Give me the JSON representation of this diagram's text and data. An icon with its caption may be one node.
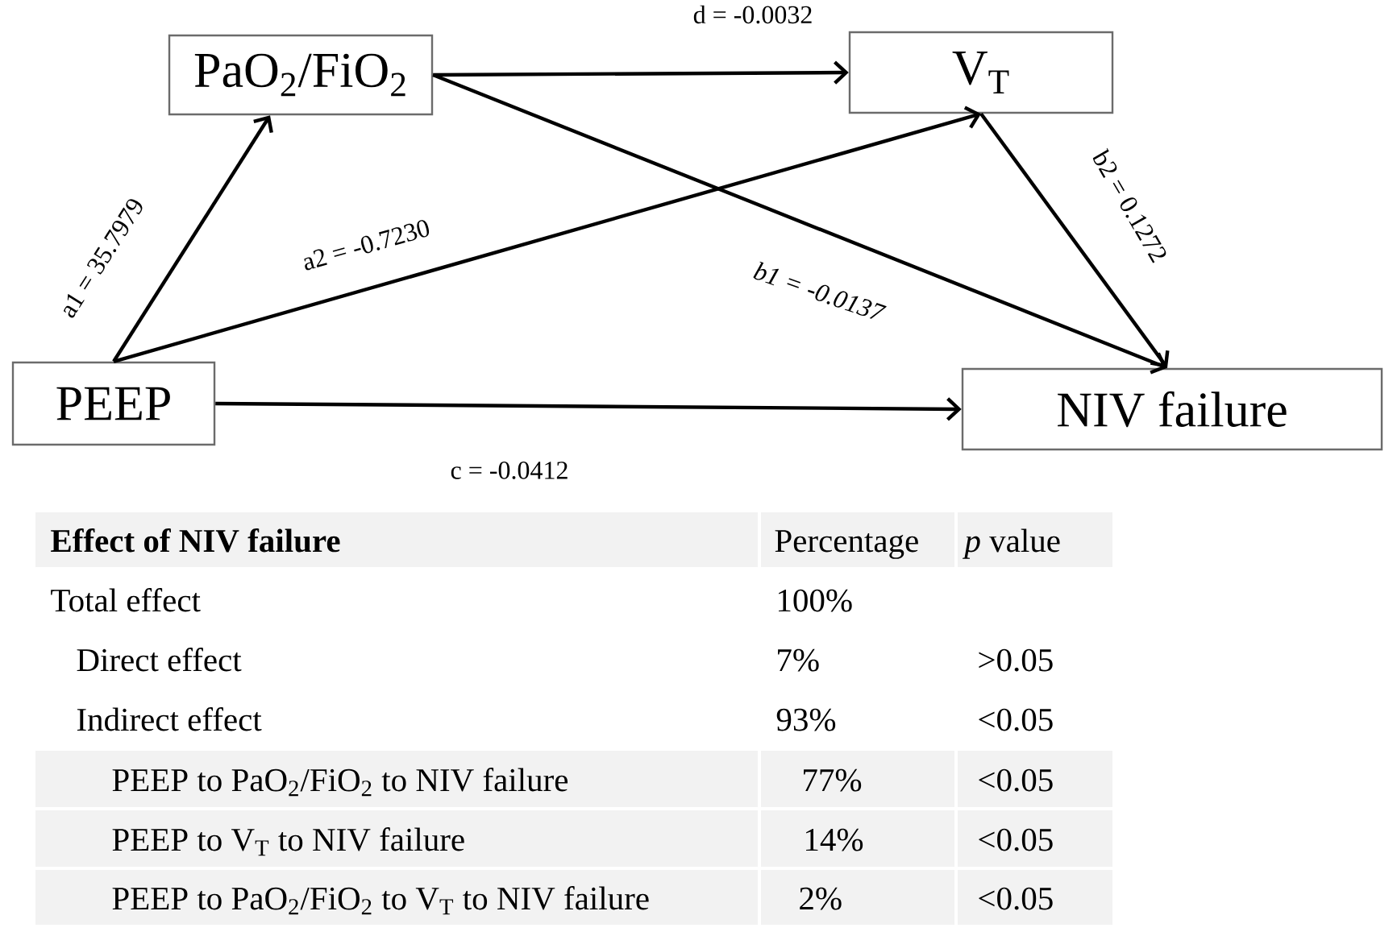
{
  "diagram": {
    "nodes": [
      {
        "text": [
          "PaO$_{2}$/FiO$_{2}$"
        ]
      },
      {
        "text": [
          "V$_{T}$"
        ]
      },
      {
        "text": [
          "PEEP"
        ]
      },
      {
        "text": [
          "NIV failure"
        ]
      }
    ],
    "edges": [
      {
        "from": 2,
        "to": 0,
        "arrow": "to",
        "label": "a1 = 35.7979"
      },
      {
        "from": 2,
        "to": 1,
        "arrow": "to",
        "label": "a2 = -0.7230"
      },
      {
        "from": 0,
        "to": 1,
        "arrow": "to",
        "label": "d = -0.0032"
      },
      {
        "from": 0,
        "to": 3,
        "arrow": "to",
        "label": "b1 = -0.0137"
      },
      {
        "from": 1,
        "to": 3,
        "arrow": "to",
        "label": "b2 = 0.1272"
      },
      {
        "from": 2,
        "to": 3,
        "arrow": "to",
        "label": "c = -0.0412"
      }
    ],
    "labels": [
      "Effect of NIV failure",
      "Percentage",
      "*p* value",
      "Total effect",
      "100%",
      "Direct effect",
      "7%",
      ">0.05",
      "Indirect effect",
      "93%",
      "<0.05",
      "PEEP to PaO$_{2}$/FiO$_{2}$ to NIV failure",
      "77%",
      "<0.05",
      "PEEP to V$_{T}$ to NIV failure",
      "14%",
      "<0.05",
      "PEEP to PaO$_{2}$/FiO$_{2}$ to V$_{T}$ to NIV failure",
      "2%",
      "<0.05"
    ]
  }
}
